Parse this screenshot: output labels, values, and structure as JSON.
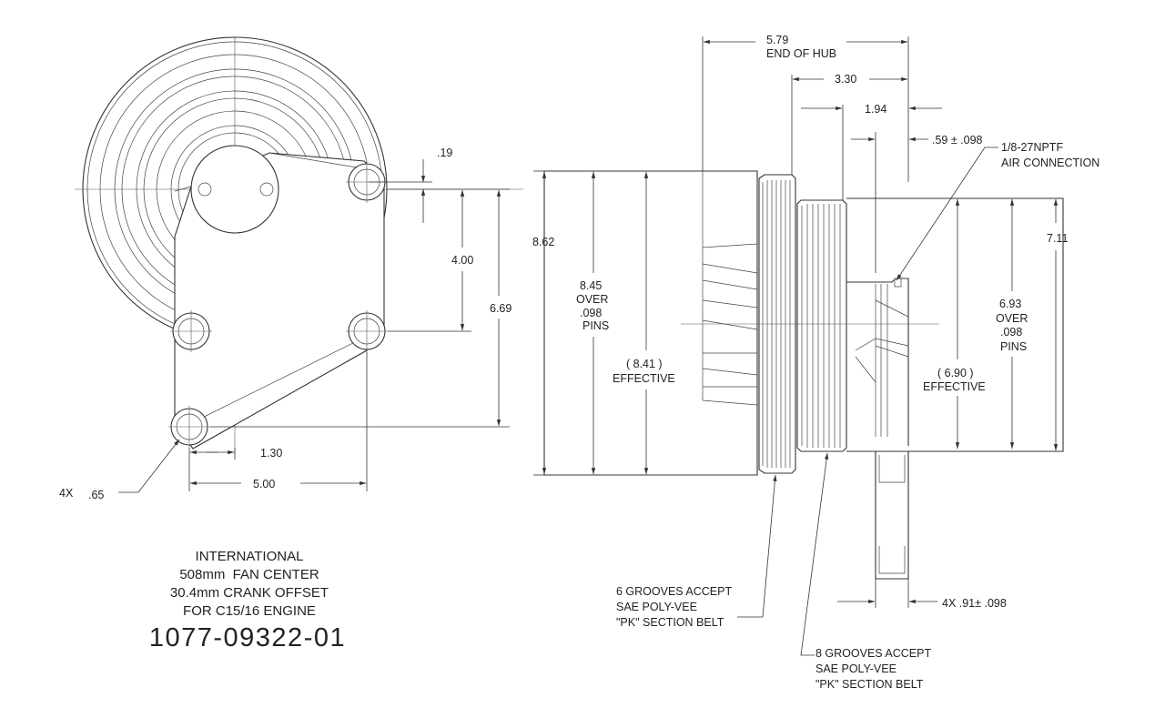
{
  "front_view": {
    "dims": {
      "d_019": ".19",
      "d_400": "4.00",
      "d_669": "6.69",
      "d_130": "1.30",
      "d_500": "5.00"
    },
    "hole_note": {
      "qty": "4X",
      "size": ".65"
    }
  },
  "side_view": {
    "dims": {
      "end_of_hub_value": "5.79",
      "end_of_hub_label": "END OF HUB",
      "d_330": "3.30",
      "d_194": "1.94",
      "d_059": ".59 ± .098",
      "d_862": "8.62",
      "d_711": "7.11",
      "pins_845": [
        "8.45",
        "OVER",
        ".098",
        "PINS"
      ],
      "eff_841": [
        "( 8.41 )",
        "EFFECTIVE"
      ],
      "pins_693": [
        "6.93",
        "OVER",
        ".098",
        "PINS"
      ],
      "eff_690": [
        "( 6.90 )",
        "EFFECTIVE"
      ],
      "d_091": "4X .91± .098"
    },
    "air_connection": [
      "1/8-27NPTF",
      "AIR CONNECTION"
    ],
    "grooves_6": [
      "6 GROOVES ACCEPT",
      "SAE POLY-VEE",
      "\"PK\" SECTION BELT"
    ],
    "grooves_8": [
      "8 GROOVES ACCEPT",
      "SAE POLY-VEE",
      "\"PK\" SECTION BELT"
    ]
  },
  "title_block": {
    "lines": [
      "INTERNATIONAL",
      "508mm  FAN CENTER",
      "30.4mm CRANK OFFSET",
      "FOR C15/16 ENGINE"
    ],
    "part_number": "1077-09322-01"
  }
}
